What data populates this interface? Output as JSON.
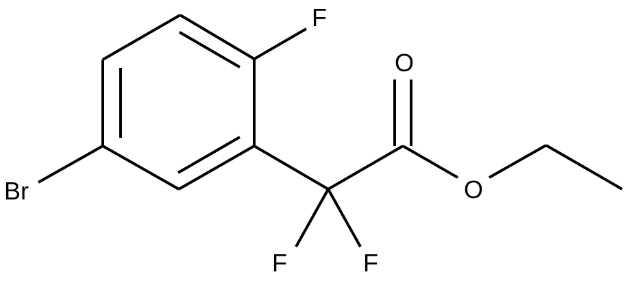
{
  "molecule": {
    "atoms": {
      "fluorine_ring": "F",
      "bromine": "Br",
      "carbonyl_oxygen": "O",
      "ester_oxygen": "O",
      "fluorine_left": "F",
      "fluorine_right": "F"
    }
  }
}
